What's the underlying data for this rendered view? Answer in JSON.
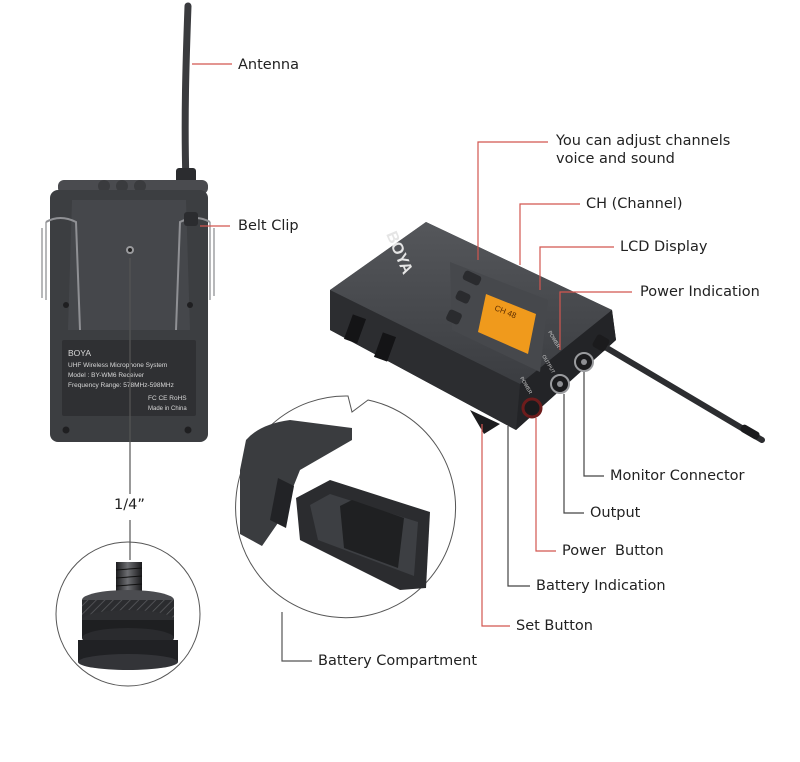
{
  "callouts": {
    "antenna": "Antenna",
    "belt_clip": "Belt Clip",
    "quarter_inch": "1/4”",
    "battery_compartment": "Battery Compartment",
    "adjust_line1": "You can adjust channels",
    "adjust_line2": "voice and sound",
    "ch_channel": "CH (Channel)",
    "lcd_display": "LCD Display",
    "power_indication": "Power Indication",
    "monitor_connector": "Monitor Connector",
    "output": "Output",
    "power_button": "Power  Button",
    "battery_indication": "Battery Indication",
    "set_button": "Set Button"
  },
  "device_label": {
    "brand": "BOYA",
    "line1": "UHF Wireless Microphone System",
    "line2": "Model : BY-WM6 Receiver",
    "line3": "Frequency Range: 578MHz-598MHz",
    "certs": "FC  CE  RoHS",
    "origin": "Made in China"
  },
  "receiver_side": {
    "brand": "BOYA",
    "lcd_text": "CH 48",
    "port_power": "POWER",
    "port_output": "OUTPUT",
    "port_monitor": "POWER"
  },
  "colors": {
    "leader_red": "#d2564f",
    "leader_gray": "#444444",
    "device_body": "#3a3c3f",
    "device_dark": "#232427",
    "lcd_orange": "#f09a1c"
  }
}
